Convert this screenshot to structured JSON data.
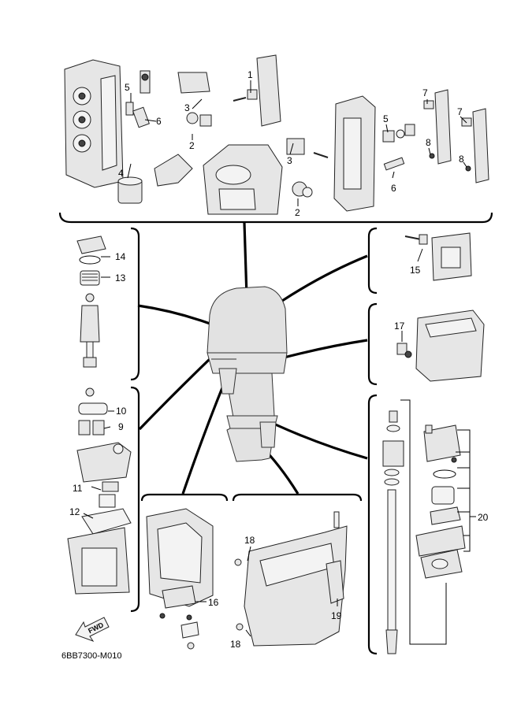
{
  "diagram_code": "6BB7300-M010",
  "fwd_label": "FWD",
  "callouts": [
    {
      "id": "c1",
      "text": "1"
    },
    {
      "id": "c2a",
      "text": "2"
    },
    {
      "id": "c2b",
      "text": "2"
    },
    {
      "id": "c3a",
      "text": "3"
    },
    {
      "id": "c3b",
      "text": "3"
    },
    {
      "id": "c4",
      "text": "4"
    },
    {
      "id": "c5a",
      "text": "5"
    },
    {
      "id": "c5b",
      "text": "5"
    },
    {
      "id": "c6a",
      "text": "6"
    },
    {
      "id": "c6b",
      "text": "6"
    },
    {
      "id": "c7a",
      "text": "7"
    },
    {
      "id": "c7b",
      "text": "7"
    },
    {
      "id": "c8a",
      "text": "8"
    },
    {
      "id": "c8b",
      "text": "8"
    },
    {
      "id": "c9",
      "text": "9"
    },
    {
      "id": "c10",
      "text": "10"
    },
    {
      "id": "c11",
      "text": "11"
    },
    {
      "id": "c12",
      "text": "12"
    },
    {
      "id": "c13",
      "text": "13"
    },
    {
      "id": "c14",
      "text": "14"
    },
    {
      "id": "c15",
      "text": "15"
    },
    {
      "id": "c16",
      "text": "16"
    },
    {
      "id": "c17",
      "text": "17"
    },
    {
      "id": "c18a",
      "text": "18"
    },
    {
      "id": "c18b",
      "text": "18"
    },
    {
      "id": "c19",
      "text": "19"
    },
    {
      "id": "c20",
      "text": "20"
    }
  ]
}
